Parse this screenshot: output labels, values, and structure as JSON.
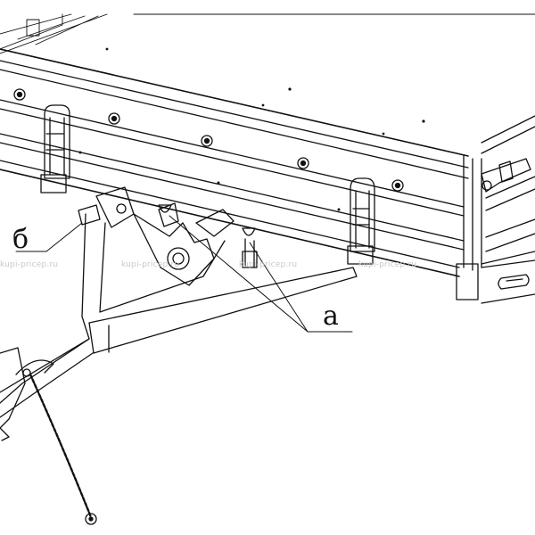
{
  "labels": {
    "b": "б",
    "a": "а"
  },
  "watermark": "kupi-pricep.ru",
  "colors": {
    "line": "#111111",
    "background": "#ffffff",
    "watermark": "#c8c8c8"
  }
}
